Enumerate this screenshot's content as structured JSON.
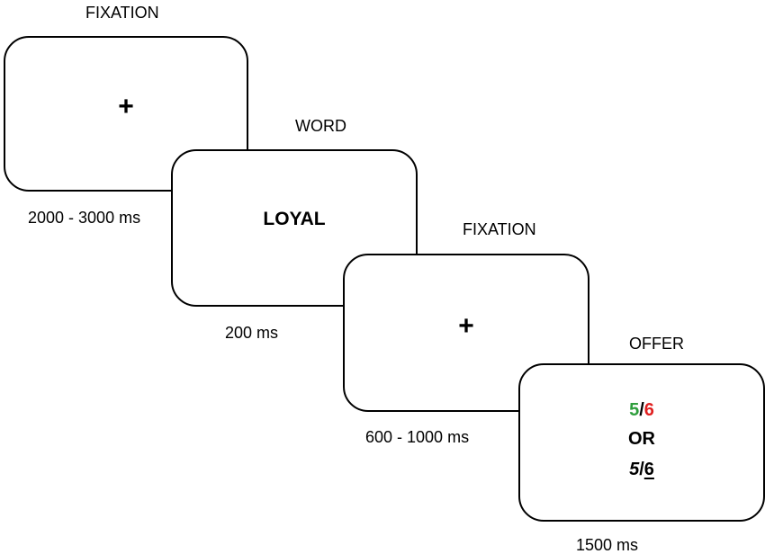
{
  "stages": [
    {
      "title": "FIXATION",
      "content": "+",
      "duration": "2000 - 3000 ms"
    },
    {
      "title": "WORD",
      "content": "LOYAL",
      "duration": "200 ms"
    },
    {
      "title": "FIXATION",
      "content": "+",
      "duration": "600 - 1000 ms"
    },
    {
      "title": "OFFER",
      "duration": "1500 ms",
      "offer": {
        "line1_left": "5",
        "line1_sep": "/",
        "line1_right": "6",
        "line2": "OR",
        "line3_left": "5",
        "line3_sep": "/",
        "line3_right": "6"
      }
    }
  ],
  "colors": {
    "green_number": "#2e9e3c",
    "red_number": "#e02020",
    "stroke": "#000000"
  }
}
